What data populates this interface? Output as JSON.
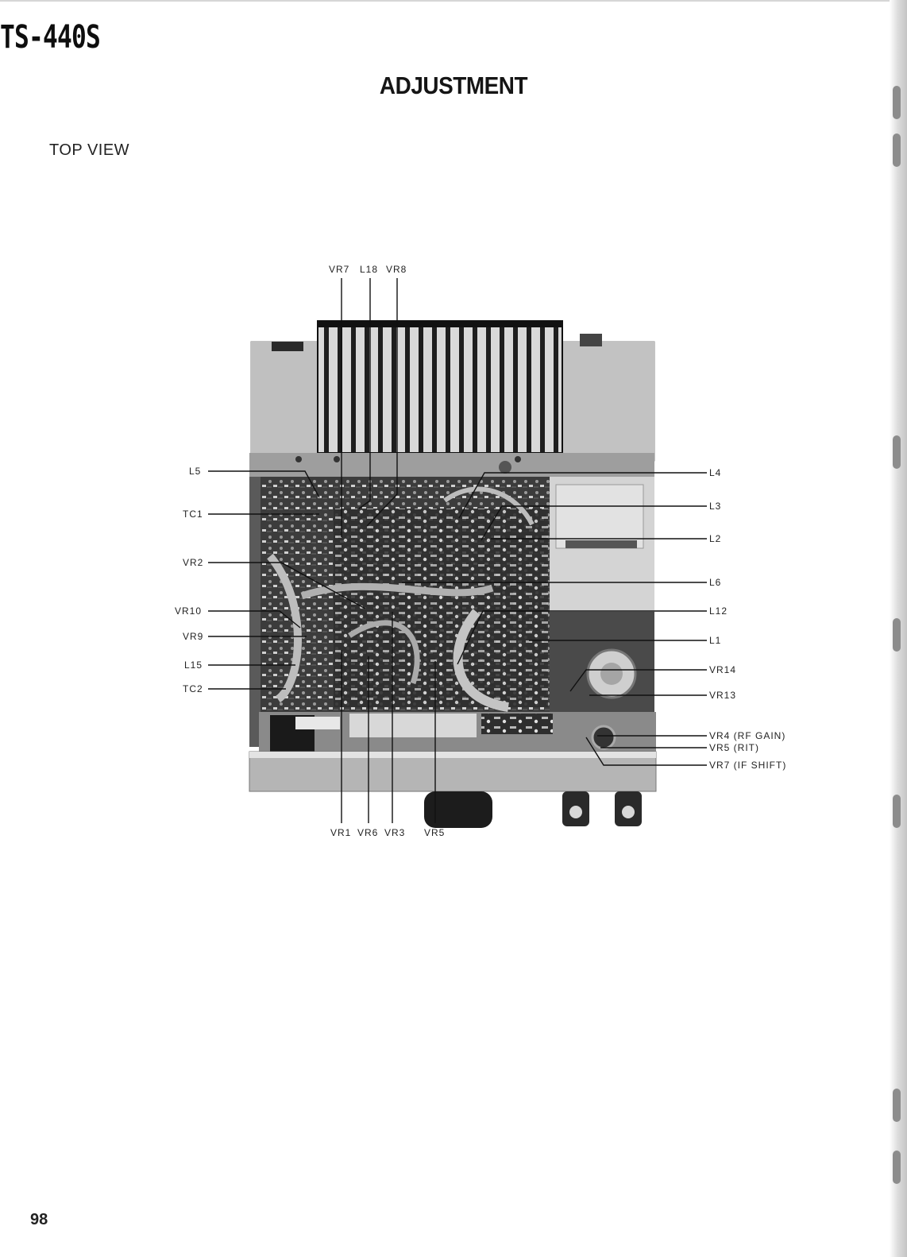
{
  "header": {
    "model": "TS-440S",
    "title": "ADJUSTMENT"
  },
  "section": {
    "view_title": "TOP VIEW"
  },
  "figure": {
    "labels_top": [
      "VR7",
      "L18",
      "VR8"
    ],
    "labels_left": [
      "L5",
      "TC1",
      "VR2",
      "VR10",
      "VR9",
      "L15",
      "TC2"
    ],
    "labels_right": [
      "L4",
      "L3",
      "L2",
      "L6",
      "L12",
      "L1",
      "VR14",
      "VR13",
      "VR4 (RF GAIN)",
      "VR5 (RIT)",
      "VR7 (IF SHIFT)"
    ],
    "labels_bottom": [
      "VR1",
      "VR6",
      "VR3",
      "VR5"
    ]
  },
  "footer": {
    "page_number": "98"
  }
}
